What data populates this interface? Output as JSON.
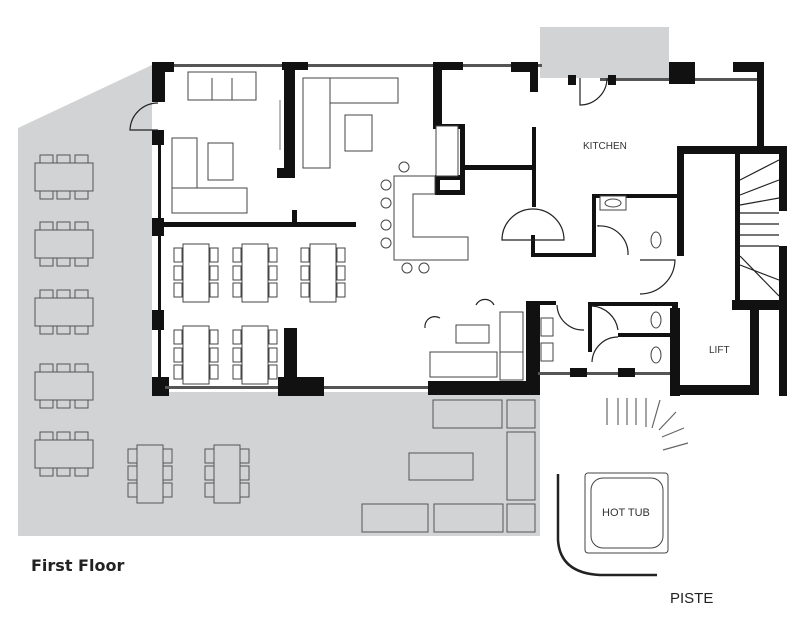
{
  "floor_plan": {
    "title": "First Floor",
    "rooms": {
      "kitchen": "KITCHEN",
      "lift": "LIFT",
      "hot_tub": "HOT TUB"
    },
    "outside_label": "PISTE"
  },
  "colors": {
    "terrace": "#d1d3d4",
    "wall": "#111111",
    "background": "#ffffff"
  }
}
